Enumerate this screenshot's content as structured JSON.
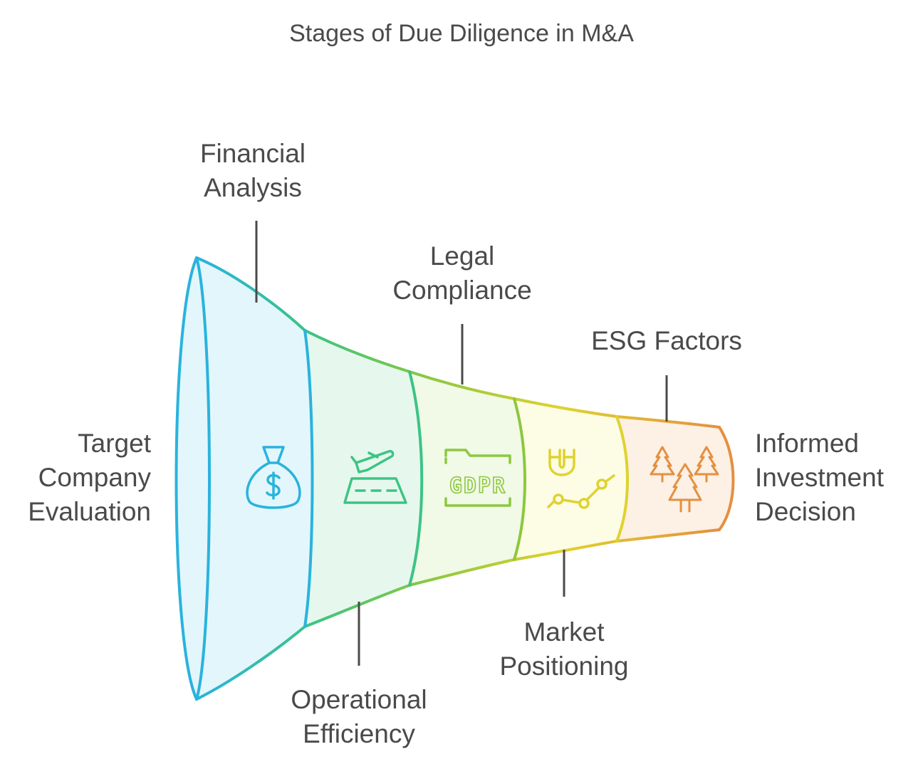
{
  "title": "Stages of Due Diligence in M&A",
  "start_label": [
    "Target",
    "Company",
    "Evaluation"
  ],
  "end_label": [
    "Informed",
    "Investment",
    "Decision"
  ],
  "stages": [
    {
      "label": [
        "Financial",
        "Analysis"
      ],
      "icon": "money-bag-icon",
      "color": "#29b3dd",
      "fill": "#e3f6fc"
    },
    {
      "label": [
        "Operational",
        "Efficiency"
      ],
      "icon": "airplane-runway-icon",
      "color": "#3cc483",
      "fill": "#e6f8ee"
    },
    {
      "label": [
        "Legal",
        "Compliance"
      ],
      "icon": "gdpr-folder-icon",
      "color": "#8cc83e",
      "fill": "#f1f9e7"
    },
    {
      "label": [
        "Market",
        "Positioning"
      ],
      "icon": "magnet-chart-icon",
      "color": "#dfd230",
      "fill": "#fdfce4"
    },
    {
      "label": [
        "ESG Factors"
      ],
      "icon": "trees-icon",
      "color": "#e49040",
      "fill": "#fdf0e4"
    }
  ]
}
